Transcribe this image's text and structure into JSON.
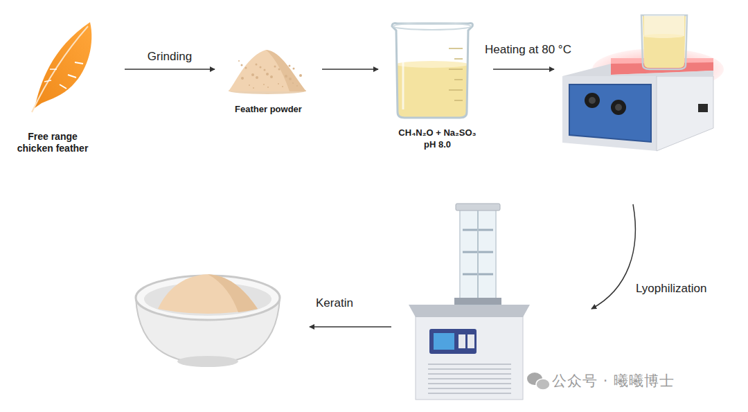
{
  "diagram": {
    "nodes": [
      {
        "text": [
          "Free range chicken feather"
        ]
      },
      {
        "text": [
          "Feather powder"
        ]
      },
      {
        "text": [
          "CH₄N₂O + Na₂SO₃ pH 8.0"
        ]
      }
    ],
    "edges": [
      {
        "from": 0,
        "to": 1,
        "label": "Grinding",
        "arrow": "to"
      },
      {
        "from": 1,
        "to": 2,
        "arrow": "to"
      }
    ],
    "labels": [
      "Heating at 80 °C",
      "Lyophilization",
      "Keratin",
      "公众号 · 曦曦博士"
    ]
  }
}
